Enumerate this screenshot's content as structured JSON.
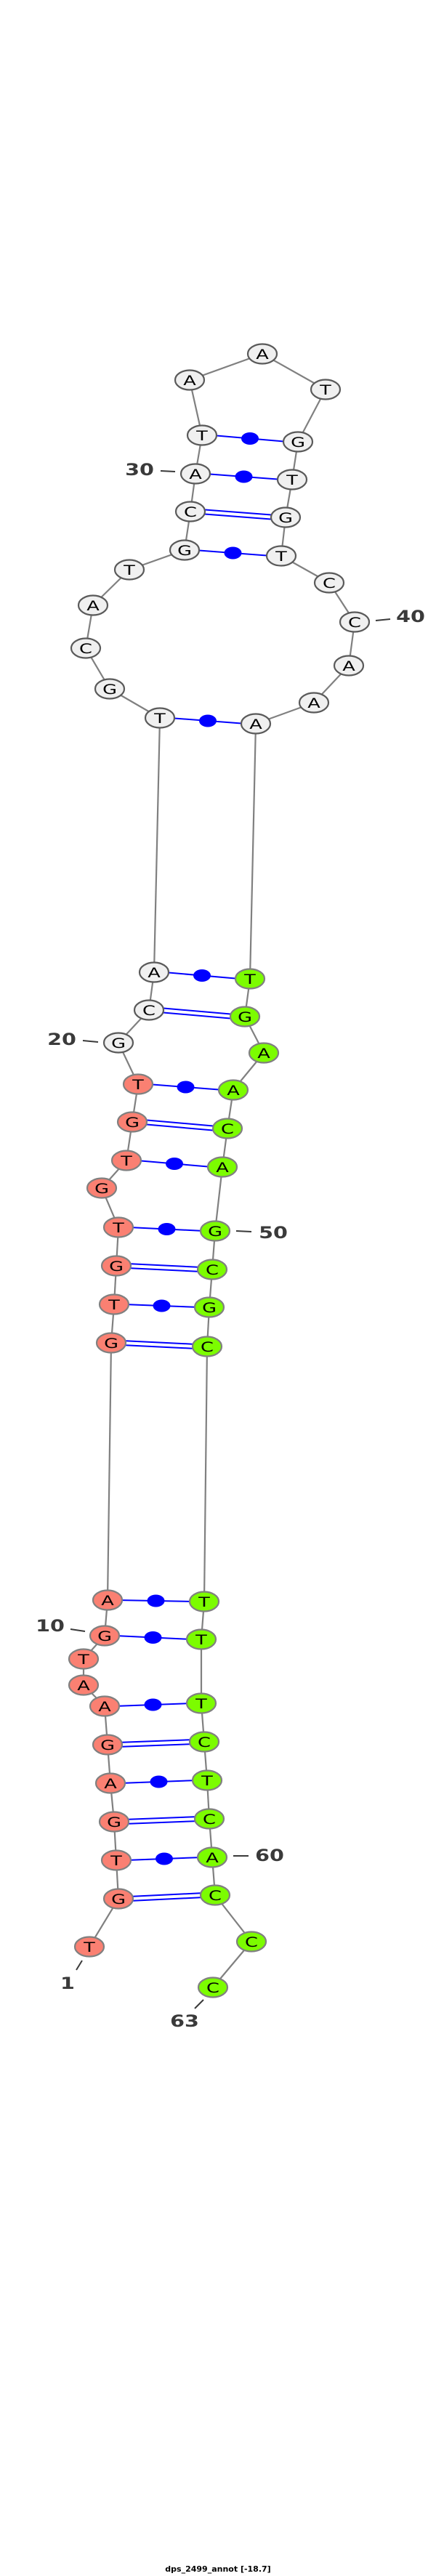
{
  "title": "dps_2499_annot [-18.7]",
  "chart_data": {
    "type": "rna-secondary-structure",
    "title": "dps_2499_annot [-18.7]",
    "sequence": "TGTGAGAATGAGTGTGTGTGCATGCATGCATAATGTGTCCAAATGAACAGCGCTTTCTCACCC",
    "length": 63,
    "pairs": [
      [
        2,
        61
      ],
      [
        3,
        60
      ],
      [
        4,
        59
      ],
      [
        5,
        58
      ],
      [
        6,
        57
      ],
      [
        7,
        56
      ],
      [
        10,
        55
      ],
      [
        11,
        54
      ],
      [
        12,
        53
      ],
      [
        13,
        52
      ],
      [
        14,
        51
      ],
      [
        15,
        50
      ],
      [
        17,
        49
      ],
      [
        18,
        48
      ],
      [
        19,
        47
      ],
      [
        21,
        45
      ],
      [
        22,
        44
      ],
      [
        23,
        43
      ],
      [
        28,
        38
      ],
      [
        29,
        37
      ],
      [
        30,
        36
      ],
      [
        31,
        35
      ]
    ],
    "regions": [
      {
        "from": 1,
        "to": 19,
        "color": "#fa8072"
      },
      {
        "from": 20,
        "to": 43,
        "color": "#f0f0f0"
      },
      {
        "from": 44,
        "to": 63,
        "color": "#7cfc00"
      }
    ],
    "pair_styles": {
      "GC": "double-line",
      "other": "dot"
    },
    "position_labels": [
      {
        "pos": 1,
        "text": "1"
      },
      {
        "pos": 10,
        "text": "10"
      },
      {
        "pos": 20,
        "text": "20"
      },
      {
        "pos": 30,
        "text": "30"
      },
      {
        "pos": 40,
        "text": "40"
      },
      {
        "pos": 50,
        "text": "50"
      },
      {
        "pos": 60,
        "text": "60"
      },
      {
        "pos": 63,
        "text": "63"
      }
    ],
    "colors": {
      "pair": "#0000ff",
      "backbone": "#808080",
      "label": "#3a3a3a"
    }
  }
}
